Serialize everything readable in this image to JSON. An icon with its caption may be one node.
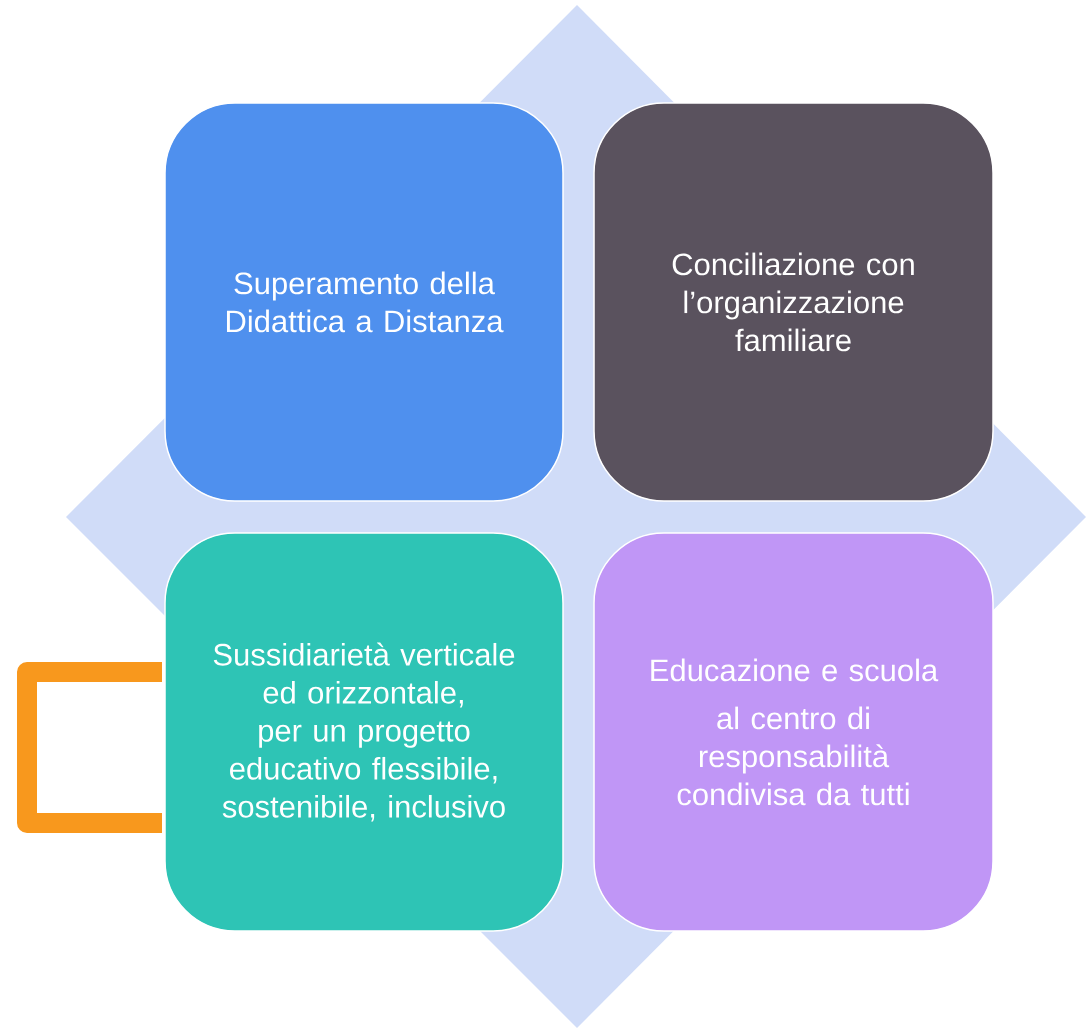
{
  "diagram": {
    "nodes": [
      {
        "text": [
          "Superamento della Didattica a Distanza"
        ]
      },
      {
        "text": [
          "Conciliazione con l’organizzazione familiare"
        ]
      },
      {
        "text": [
          "Sussidiarietà verticale ed orizzontale, per un progetto educativo flessibile, sostenibile, inclusivo"
        ]
      },
      {
        "text": [
          "Educazione e scuola",
          "al centro di responsabilità condivisa da tutti"
        ]
      }
    ]
  }
}
